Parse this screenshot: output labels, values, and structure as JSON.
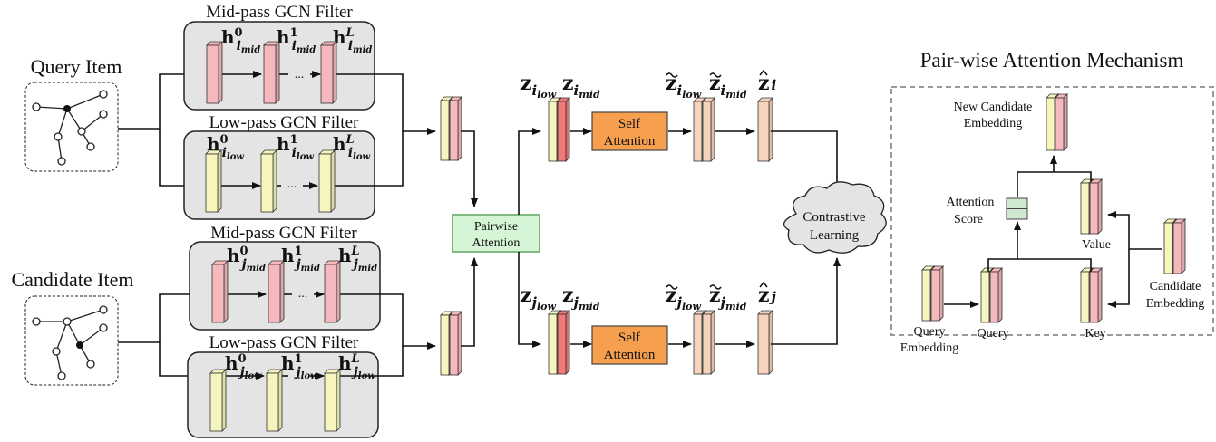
{
  "query_item": {
    "title": "Query Item"
  },
  "candidate_item": {
    "title": "Candidate Item"
  },
  "filters": {
    "query_mid": {
      "title": "Mid-pass GCN Filter",
      "h0": "h",
      "h0_sup": "0",
      "h0_sub": "i",
      "h0_subsub": "mid",
      "h1": "h",
      "h1_sup": "1",
      "h1_sub": "i",
      "h1_subsub": "mid",
      "hL": "h",
      "hL_sup": "L",
      "hL_sub": "i",
      "hL_subsub": "mid"
    },
    "query_low": {
      "title": "Low-pass GCN Filter",
      "h0": "h",
      "h0_sup": "0",
      "h0_sub": "i",
      "h0_subsub": "low",
      "h1": "h",
      "h1_sup": "1",
      "h1_sub": "i",
      "h1_subsub": "low",
      "hL": "h",
      "hL_sup": "L",
      "hL_sub": "i",
      "hL_subsub": "low"
    },
    "cand_mid": {
      "title": "Mid-pass GCN Filter",
      "h0": "h",
      "h0_sup": "0",
      "h0_sub": "j",
      "h0_subsub": "mid",
      "h1": "h",
      "h1_sup": "1",
      "h1_sub": "j",
      "h1_subsub": "mid",
      "hL": "h",
      "hL_sup": "L",
      "hL_sub": "j",
      "hL_subsub": "mid"
    },
    "cand_low": {
      "title": "Low-pass GCN Filter",
      "h0": "h",
      "h0_sup": "0",
      "h0_sub": "j",
      "h0_subsub": "low",
      "h1": "h",
      "h1_sup": "1",
      "h1_sub": "j",
      "h1_subsub": "low",
      "hL": "h",
      "hL_sup": "L",
      "hL_sub": "j",
      "hL_subsub": "low"
    },
    "dots": "..."
  },
  "pairwise": {
    "line1": "Pairwise",
    "line2": "Attention"
  },
  "self_attention": {
    "line1": "Self",
    "line2": "Attention"
  },
  "contrastive": {
    "line1": "Contrastive",
    "line2": "Learning"
  },
  "z_labels": {
    "z_i_low": {
      "base": "z",
      "sub": "i",
      "subsub": "low"
    },
    "z_i_mid": {
      "base": "z",
      "sub": "i",
      "subsub": "mid"
    },
    "z_j_low": {
      "base": "z",
      "sub": "j",
      "subsub": "low"
    },
    "z_j_mid": {
      "base": "z",
      "sub": "j",
      "subsub": "mid"
    },
    "zt_i_low": {
      "base": "z",
      "sub": "i",
      "subsub": "low"
    },
    "zt_i_mid": {
      "base": "z",
      "sub": "i",
      "subsub": "mid"
    },
    "zt_j_low": {
      "base": "z",
      "sub": "j",
      "subsub": "low"
    },
    "zt_j_mid": {
      "base": "z",
      "sub": "j",
      "subsub": "mid"
    },
    "zh_i": {
      "base": "z",
      "sub": "i"
    },
    "zh_j": {
      "base": "z",
      "sub": "j"
    }
  },
  "mechanism": {
    "title": "Pair-wise Attention Mechanism",
    "new_candidate_line1": "New Candidate",
    "new_candidate_line2": "Embedding",
    "attention_score_line1": "Attention",
    "attention_score_line2": "Score",
    "value": "Value",
    "key": "Key",
    "query": "Query",
    "query_embedding_line1": "Query",
    "query_embedding_line2": "Embedding",
    "candidate_embedding_line1": "Candidate",
    "candidate_embedding_line2": "Embedding"
  },
  "colors": {
    "pink": "#f4b8bd",
    "yellow": "#f6f5bd",
    "peach": "#f6d3bd",
    "red": "#f07a7a",
    "green_box": "#d6f5d6",
    "orange_box": "#f6a04f",
    "filter_bg": "#e4e4e4",
    "score_green": "#cfe8cf"
  }
}
